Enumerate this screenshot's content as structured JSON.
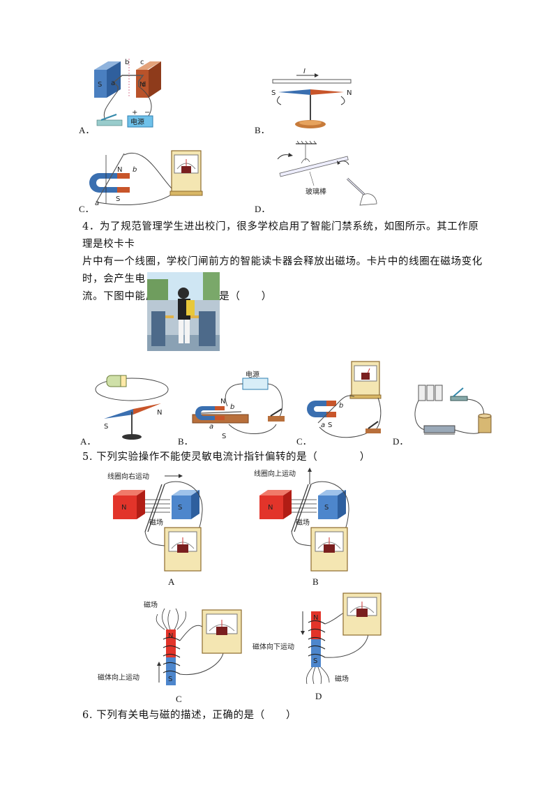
{
  "q3_options": {
    "A": "A．",
    "B": "B．",
    "C": "C．",
    "D": "D．"
  },
  "q3_fig_labels": {
    "a_poles": {
      "s": "S",
      "n": "N"
    },
    "a_letters": {
      "a": "a",
      "b": "b",
      "c": "c",
      "d": "d"
    },
    "a_power": "电源",
    "a_signs": {
      "plus": "+",
      "minus": "−"
    },
    "b_current": "I",
    "b_poles": {
      "s": "S",
      "n": "N"
    },
    "c_letters": {
      "n": "N",
      "b": "b",
      "a": "a",
      "s": "S"
    },
    "d_rod": "玻璃棒"
  },
  "q4": {
    "line1": "4．为了规范管理学生进出校门，很多学校启用了智能门禁系统，如图所示。其工作原理是校卡卡",
    "line2": "片中有一个线圈，学校门闸前方的智能读卡器会释放出磁场。卡片中的线圈在磁场变化时，会产生电",
    "line3": "流。下图中能反映读卡原理的是（　　）",
    "options": {
      "A": "A．",
      "B": "B．",
      "C": "C．",
      "D": "D．"
    },
    "fig_labels": {
      "a_s": "S",
      "a_n": "N",
      "b_power": "电源",
      "b_n": "N",
      "b_b": "b",
      "b_a": "a",
      "b_s": "S",
      "c_b": "b",
      "c_a": "a",
      "c_s": "S"
    }
  },
  "q5": {
    "line1": "5. 下列实验操作不能使灵敏电流计指针偏转的是（　　　　）",
    "captions": {
      "A": "A",
      "B": "B",
      "C": "C",
      "D": "D"
    },
    "fig_labels": {
      "a_motion": "线圈向右运动",
      "b_motion": "线圈向上运动",
      "field": "磁场",
      "n": "N",
      "s": "S",
      "c_field": "磁场",
      "c_motion": "磁体向上运动",
      "d_motion": "磁体向下运动",
      "d_field": "磁场"
    }
  },
  "q6": {
    "line1": "6. 下列有关电与磁的描述，正确的是（　　）"
  }
}
